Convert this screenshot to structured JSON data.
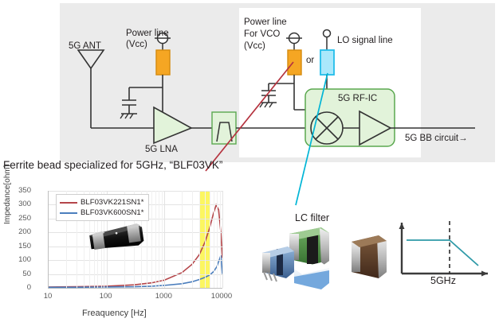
{
  "diagram": {
    "antenna_label": "5G ANT",
    "power_line_label_1": "Power line",
    "power_line_label_2": "(Vcc)",
    "lna_label": "5G LNA",
    "vco_power_label_1": "Power line",
    "vco_power_label_2": "For VCO",
    "vco_power_label_3": "(Vcc)",
    "or_label": "or",
    "lo_signal_label": "LO signal line",
    "rfic_label": "5G RF-IC",
    "bb_circuit_label": "5G BB circuit→"
  },
  "colors": {
    "panel_gray": "#ebebeb",
    "bead_orange": "#f5a623",
    "bead_cyan": "#4fd2f5",
    "block_green": "#e2f3da",
    "block_green_border": "#5aa84f",
    "pointer_red": "#b5333f",
    "pointer_cyan": "#00b5d6",
    "series_red": "#b5464a",
    "series_blue": "#4b7ebd",
    "highlight_yellow": "#faf000",
    "line_dark": "#333333"
  },
  "chart_heading": "Ferrite bead specialized for 5GHz, “BLF03VK”",
  "chart_data": {
    "type": "line",
    "title": "Ferrite bead specialized for 5GHz, “BLF03VK”",
    "xlabel": "Freaquency [Hz]",
    "ylabel": "Impedance[ohm]",
    "xscale": "log",
    "xlim": [
      10,
      10000
    ],
    "ylim": [
      0,
      350
    ],
    "yticks": [
      0,
      50,
      100,
      150,
      200,
      250,
      300,
      350
    ],
    "xticks": [
      "10",
      "100",
      "1000",
      "10000"
    ],
    "grid": true,
    "legend_position": "top-left",
    "highlight_band": {
      "from": 4000,
      "to": 6000,
      "color": "#faf000"
    },
    "series": [
      {
        "name": "BLF03VK221SN1*",
        "color": "#b5464a",
        "x": [
          10,
          30,
          100,
          300,
          600,
          1000,
          2000,
          3000,
          4000,
          5000,
          6000,
          7000,
          7800,
          8600,
          9400,
          10000
        ],
        "y": [
          3,
          4,
          6,
          11,
          18,
          28,
          55,
          85,
          120,
          165,
          215,
          268,
          299,
          282,
          200,
          108
        ]
      },
      {
        "name": "BLF03VK600SN1*",
        "color": "#4b7ebd",
        "x": [
          10,
          30,
          100,
          300,
          600,
          1000,
          2000,
          3000,
          4000,
          5000,
          6000,
          7000,
          8000,
          8800,
          9400,
          10000
        ],
        "y": [
          2,
          2,
          3,
          4,
          6,
          9,
          15,
          22,
          30,
          38,
          46,
          58,
          76,
          100,
          117,
          50
        ]
      }
    ]
  },
  "lc_filter": {
    "title": "LC filter",
    "plus": "+",
    "response_freq_label": "5GHz"
  }
}
